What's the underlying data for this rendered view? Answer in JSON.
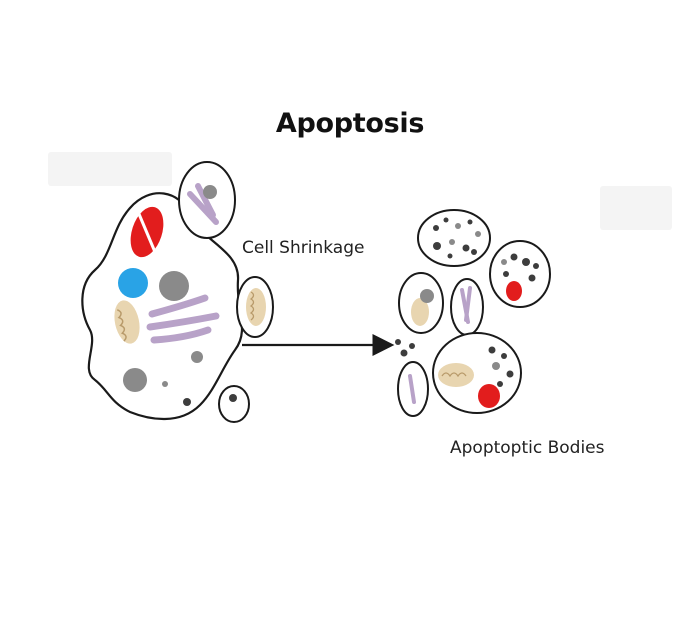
{
  "title": "Apoptosis",
  "labels": {
    "shrinkage": "Cell Shrinkage",
    "bodies": "Apoptoptic Bodies"
  },
  "colors": {
    "outline": "#1a1a1a",
    "nucleus_blue": "#29a3e6",
    "red": "#e21d1d",
    "grey": "#8a8a8a",
    "dark": "#3d3d3d",
    "purple": "#b8a2c8",
    "mitochondria": "#e8d5b0"
  }
}
